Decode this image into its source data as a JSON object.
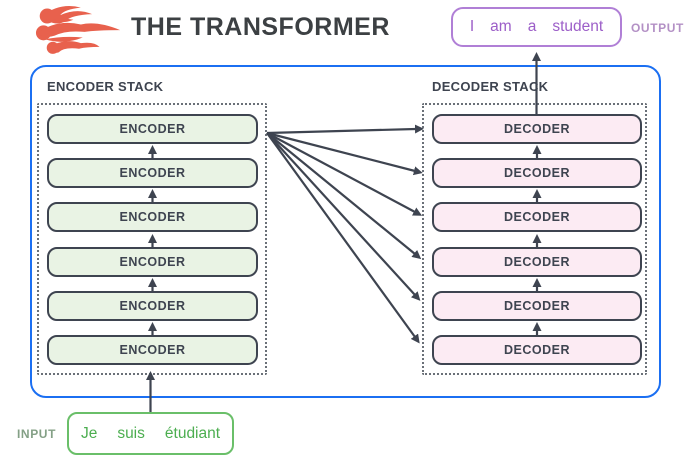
{
  "header": {
    "title": "THE TRANSFORMER",
    "logo_icon": "flame-logo"
  },
  "output": {
    "label": "OUTPUT",
    "words": [
      "I",
      "am",
      "a",
      "student"
    ]
  },
  "input": {
    "label": "INPUT",
    "words": [
      "Je",
      "suis",
      "étudiant"
    ]
  },
  "encoder_stack": {
    "label": "ENCODER STACK",
    "boxes": [
      "ENCODER",
      "ENCODER",
      "ENCODER",
      "ENCODER",
      "ENCODER",
      "ENCODER"
    ]
  },
  "decoder_stack": {
    "label": "DECODER STACK",
    "boxes": [
      "DECODER",
      "DECODER",
      "DECODER",
      "DECODER",
      "DECODER",
      "DECODER"
    ]
  },
  "colors": {
    "frame_blue": "#1b6ff2",
    "dark_slate": "#3e4450",
    "encoder_fill": "#e9f3e4",
    "decoder_fill": "#fcebf3",
    "input_green": "#4cae50",
    "input_border_green": "#6abf69",
    "output_purple": "#9c5ec8",
    "output_border_purple": "#b07fd6",
    "logo_salmon": "#e8614d"
  }
}
